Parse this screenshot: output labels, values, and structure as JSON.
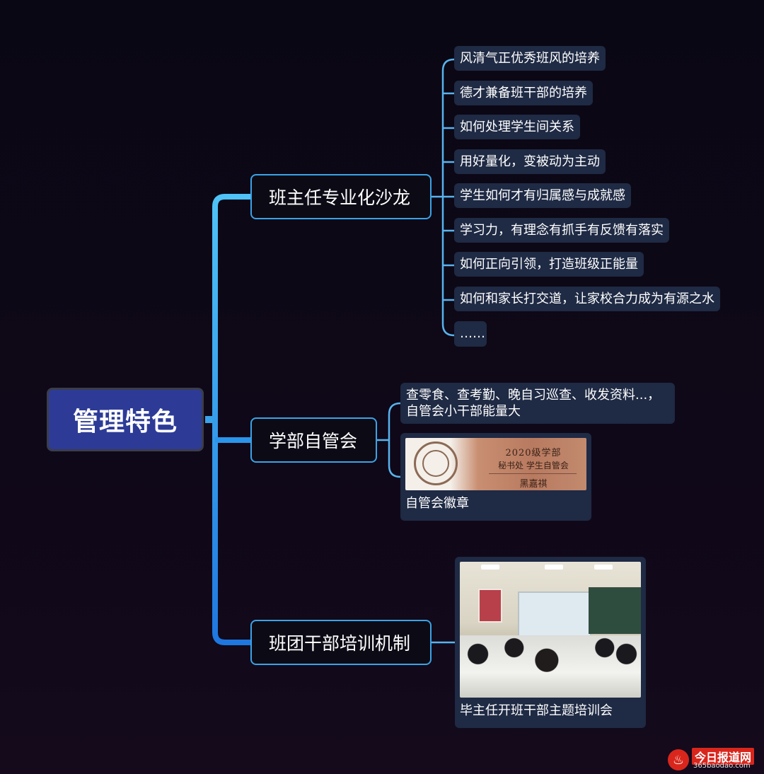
{
  "root": {
    "label": "管理特色"
  },
  "branches": {
    "salon": {
      "label": "班主任专业化沙龙",
      "items": [
        "风清气正优秀班风的培养",
        "德才兼备班干部的培养",
        "如何处理学生间关系",
        "用好量化，变被动为主动",
        "学生如何才有归属感与成就感",
        "学习力，有理念有抓手有反馈有落实",
        "如何正向引领，打造班级正能量",
        "如何和家长打交道，让家校合力成为有源之水",
        "……"
      ]
    },
    "selfmgmt": {
      "label": "学部自管会",
      "note": "查零食、查考勤、晚自习巡查、收发资料...，自管会小干部能量大",
      "badge": {
        "line1": "2020级学部",
        "line2": "秘书处 学生自管会",
        "line3": "黑嘉祺",
        "caption": "自管会徽章"
      }
    },
    "training": {
      "label": "班团干部培训机制",
      "photo_caption": "毕主任开班干部主题培训会"
    }
  },
  "watermark": {
    "title": "今日报道网",
    "url": "365baodao.com"
  },
  "colors": {
    "branch_top": "#4fc3f7",
    "branch_bottom": "#1e88e5",
    "leaf_line": "#58b3ee",
    "root_bg": "#2d3b97",
    "leaf_bg": "#1f2a44"
  }
}
